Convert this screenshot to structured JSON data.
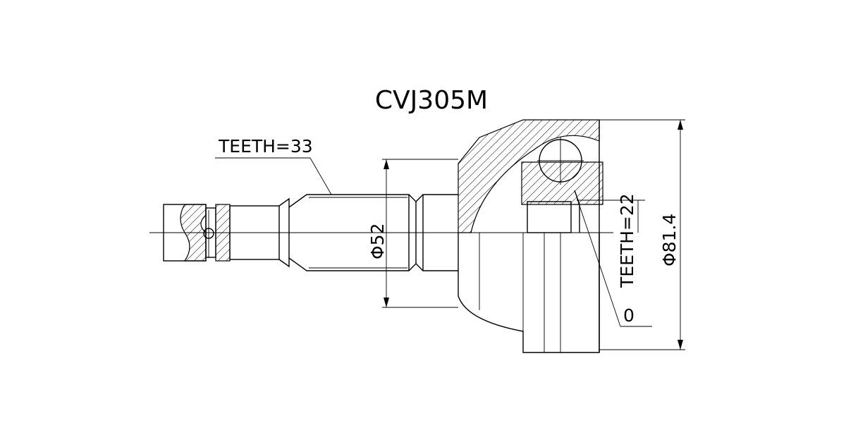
{
  "title": "CVJ305M",
  "labels": {
    "outer_teeth": "TEETH=33",
    "shaft_diameter": "Φ52",
    "inner_teeth": "TEETH=22",
    "outer_diameter": "Φ81.4",
    "seal": "0"
  }
}
